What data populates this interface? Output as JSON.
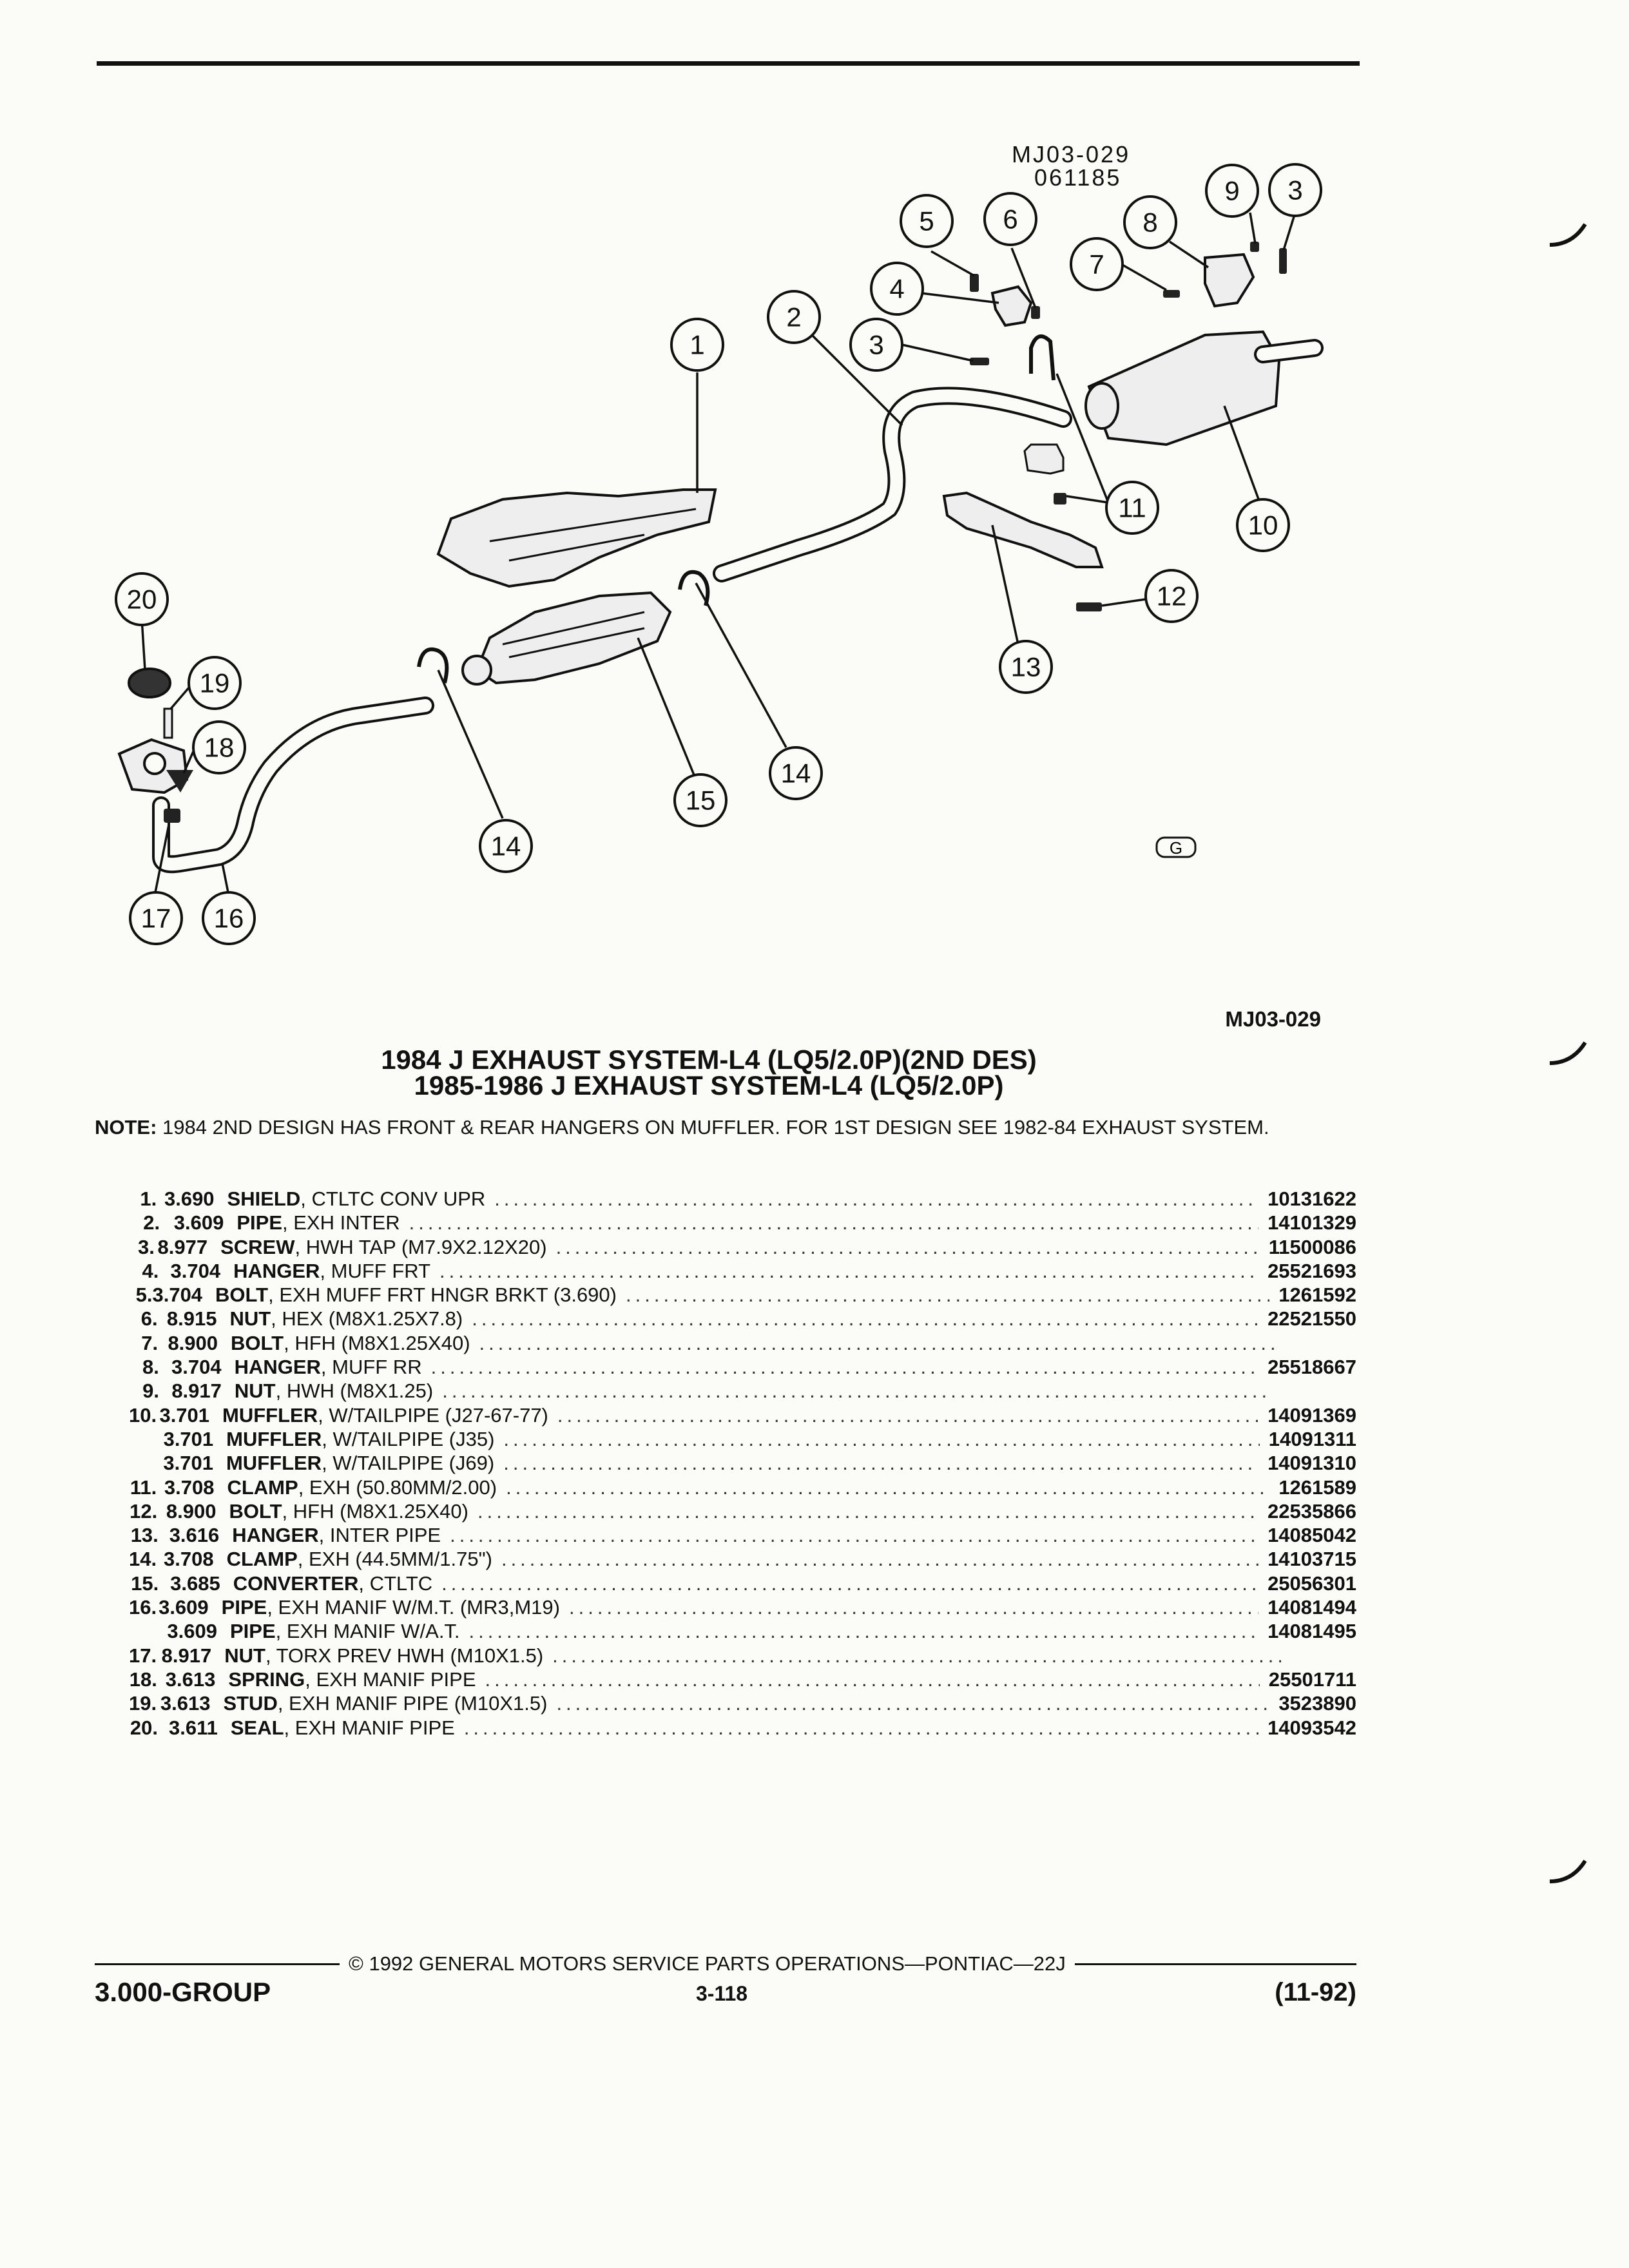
{
  "figure": {
    "code": "MJ03-029",
    "date": "061185",
    "callouts": [
      "1",
      "2",
      "3",
      "3",
      "4",
      "5",
      "6",
      "7",
      "8",
      "9",
      "10",
      "11",
      "12",
      "13",
      "14",
      "14",
      "15",
      "16",
      "17",
      "18",
      "19",
      "20"
    ],
    "logo_glyph": "G"
  },
  "ref_code": "MJ03-029",
  "titles": [
    "1984 J EXHAUST SYSTEM-L4 (LQ5/2.0P)(2ND DES)",
    "1985-1986 J EXHAUST SYSTEM-L4 (LQ5/2.0P)"
  ],
  "note": {
    "label": "NOTE:",
    "text": " 1984 2ND DESIGN HAS FRONT & REAR HANGERS ON MUFFLER. FOR 1ST DESIGN SEE 1982-84 EXHAUST SYSTEM."
  },
  "parts": [
    {
      "no": "1.",
      "grp": "3.690",
      "name": "SHIELD",
      "desc": ", CTLTC CONV UPR",
      "pn": "10131622"
    },
    {
      "no": "2.",
      "grp": "3.609",
      "name": "PIPE",
      "desc": ", EXH INTER",
      "pn": "14101329"
    },
    {
      "no": "3.",
      "grp": "8.977",
      "name": "SCREW",
      "desc": ", HWH TAP (M7.9X2.12X20)",
      "pn": "11500086"
    },
    {
      "no": "4.",
      "grp": "3.704",
      "name": "HANGER",
      "desc": ", MUFF FRT",
      "pn": "25521693"
    },
    {
      "no": "5.",
      "grp": "3.704",
      "name": "BOLT",
      "desc": ", EXH MUFF FRT HNGR BRKT (3.690)",
      "pn": "1261592"
    },
    {
      "no": "6.",
      "grp": "8.915",
      "name": "NUT",
      "desc": ", HEX (M8X1.25X7.8)",
      "pn": "22521550"
    },
    {
      "no": "7.",
      "grp": "8.900",
      "name": "BOLT",
      "desc": ", HFH (M8X1.25X40)",
      "pn": ""
    },
    {
      "no": "8.",
      "grp": "3.704",
      "name": "HANGER",
      "desc": ", MUFF RR",
      "pn": "25518667"
    },
    {
      "no": "9.",
      "grp": "8.917",
      "name": "NUT",
      "desc": ", HWH (M8X1.25)",
      "pn": ""
    },
    {
      "no": "10.",
      "grp": "3.701",
      "name": "MUFFLER",
      "desc": ", W/TAILPIPE (J27-67-77)",
      "pn": "14091369"
    },
    {
      "no": "",
      "grp": "3.701",
      "name": "MUFFLER",
      "desc": ", W/TAILPIPE (J35)",
      "pn": "14091311"
    },
    {
      "no": "",
      "grp": "3.701",
      "name": "MUFFLER",
      "desc": ", W/TAILPIPE (J69)",
      "pn": "14091310"
    },
    {
      "no": "11.",
      "grp": "3.708",
      "name": "CLAMP",
      "desc": ", EXH (50.80MM/2.00)",
      "pn": "1261589"
    },
    {
      "no": "12.",
      "grp": "8.900",
      "name": "BOLT",
      "desc": ", HFH (M8X1.25X40)",
      "pn": "22535866"
    },
    {
      "no": "13.",
      "grp": "3.616",
      "name": "HANGER",
      "desc": ", INTER PIPE",
      "pn": "14085042"
    },
    {
      "no": "14.",
      "grp": "3.708",
      "name": "CLAMP",
      "desc": ", EXH (44.5MM/1.75\")",
      "pn": "14103715"
    },
    {
      "no": "15.",
      "grp": "3.685",
      "name": "CONVERTER",
      "desc": ", CTLTC",
      "pn": "25056301"
    },
    {
      "no": "16.",
      "grp": "3.609",
      "name": "PIPE",
      "desc": ", EXH MANIF W/M.T. (MR3,M19)",
      "pn": "14081494"
    },
    {
      "no": "",
      "grp": "3.609",
      "name": "PIPE",
      "desc": ", EXH MANIF W/A.T.",
      "pn": "14081495"
    },
    {
      "no": "17.",
      "grp": "8.917",
      "name": "NUT",
      "desc": ", TORX PREV HWH (M10X1.5)",
      "pn": ""
    },
    {
      "no": "18.",
      "grp": "3.613",
      "name": "SPRING",
      "desc": ", EXH MANIF PIPE",
      "pn": "25501711"
    },
    {
      "no": "19.",
      "grp": "3.613",
      "name": "STUD",
      "desc": ", EXH MANIF PIPE (M10X1.5)",
      "pn": "3523890"
    },
    {
      "no": "20.",
      "grp": "3.611",
      "name": "SEAL",
      "desc": ", EXH MANIF PIPE",
      "pn": "14093542"
    }
  ],
  "footer": {
    "copyright": "© 1992 GENERAL MOTORS SERVICE PARTS OPERATIONS—PONTIAC—22J",
    "group": "3.000-GROUP",
    "page": "3-118",
    "revision": "(11-92)"
  },
  "dot_leader": "......................................................................................................................................................"
}
